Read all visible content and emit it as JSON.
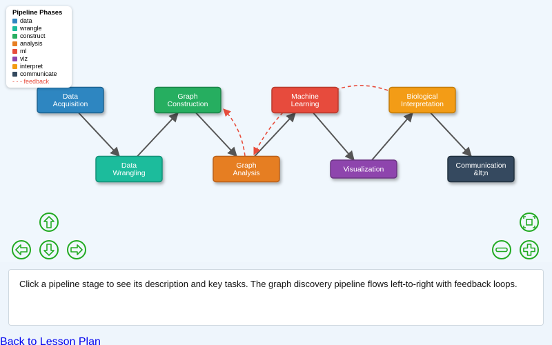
{
  "legend": {
    "title": "Pipeline Phases",
    "items": [
      {
        "label": "data",
        "color": "#2e86c1"
      },
      {
        "label": "wrangle",
        "color": "#1abc9c"
      },
      {
        "label": "construct",
        "color": "#27ae60"
      },
      {
        "label": "analysis",
        "color": "#e67e22"
      },
      {
        "label": "ml",
        "color": "#e74c3c"
      },
      {
        "label": "viz",
        "color": "#8e44ad"
      },
      {
        "label": "interpret",
        "color": "#f39c12"
      },
      {
        "label": "communicate",
        "color": "#34495e"
      }
    ],
    "feedback_label": "- - - feedback",
    "feedback_color": "#e74c3c"
  },
  "nodes": [
    {
      "id": "data",
      "lines": [
        "Data",
        "Acquisition"
      ],
      "color": "#2e86c1",
      "stroke": "#1f6391"
    },
    {
      "id": "wrangle",
      "lines": [
        "Data",
        "Wrangling"
      ],
      "color": "#1abc9c",
      "stroke": "#139078"
    },
    {
      "id": "construct",
      "lines": [
        "Graph",
        "Construction"
      ],
      "color": "#27ae60",
      "stroke": "#1d8348"
    },
    {
      "id": "analysis",
      "lines": [
        "Graph",
        "Analysis"
      ],
      "color": "#e67e22",
      "stroke": "#b9611a"
    },
    {
      "id": "ml",
      "lines": [
        "Machine",
        "Learning"
      ],
      "color": "#e74c3c",
      "stroke": "#b83a2e"
    },
    {
      "id": "viz",
      "lines": [
        "Visualization"
      ],
      "color": "#8e44ad",
      "stroke": "#6c3483"
    },
    {
      "id": "interpret",
      "lines": [
        "Biological",
        "Interpretation"
      ],
      "color": "#f39c12",
      "stroke": "#c27d0e"
    },
    {
      "id": "communicate",
      "lines": [
        "Communication",
        "&lt;n"
      ],
      "color": "#34495e",
      "stroke": "#22313f"
    }
  ],
  "edges": [
    {
      "from": "data",
      "to": "wrangle"
    },
    {
      "from": "wrangle",
      "to": "construct"
    },
    {
      "from": "construct",
      "to": "analysis"
    },
    {
      "from": "analysis",
      "to": "ml"
    },
    {
      "from": "ml",
      "to": "viz"
    },
    {
      "from": "viz",
      "to": "interpret"
    },
    {
      "from": "interpret",
      "to": "communicate"
    }
  ],
  "feedback_edges": [
    {
      "from": "analysis",
      "to": "construct"
    },
    {
      "from": "ml",
      "to": "analysis"
    },
    {
      "from": "interpret",
      "to": "ml"
    }
  ],
  "controls": {
    "up": "arrow-up",
    "left": "arrow-left",
    "down": "arrow-down",
    "right": "arrow-right",
    "fit": "fit-screen",
    "zoom_out": "zoom-out",
    "zoom_in": "zoom-in",
    "color": "#22aa22"
  },
  "info": {
    "text": "Click a pipeline stage to see its description and key tasks. The graph discovery pipeline flows left-to-right with feedback loops."
  },
  "back_link": {
    "text": "Back to Lesson Plan"
  }
}
